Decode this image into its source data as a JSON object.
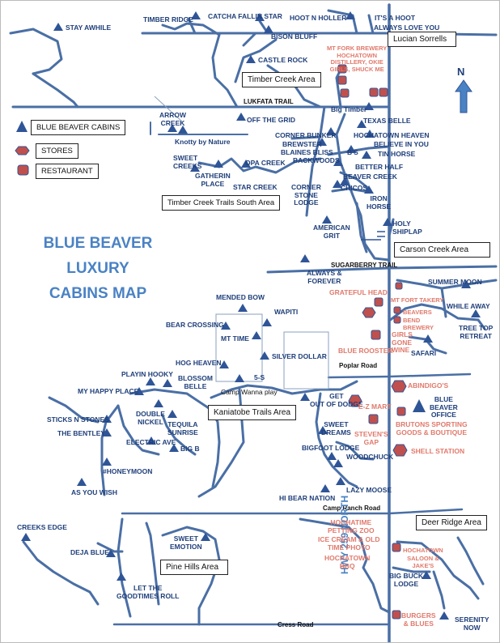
{
  "title": {
    "line1": "BLUE BEAVER",
    "line2": "LUXURY",
    "line3": "CABINS MAP"
  },
  "legend": {
    "cabins": "BLUE BEAVER CABINS",
    "stores": "STORES",
    "restaurant": "RESTAURANT"
  },
  "compass": {
    "label": "N"
  },
  "colors": {
    "road": "#4a6fa5",
    "cabin": "#2f5597",
    "store": "#c0504d",
    "store_text": "#e07a6c",
    "title": "#4a82c4"
  },
  "areas": {
    "lucian": "Lucian Sorrells",
    "timber_creek": "Timber Creek Area",
    "timber_south": "Timber Creek Trails South Area",
    "carson": "Carson Creek Area",
    "kaniatobe": "Kaniatobe Trails Area",
    "deer_ridge": "Deer Ridge Area",
    "pine_hills": "Pine Hills Area"
  },
  "roads": {
    "lukfata": "LUKFATA TRAIL",
    "sugarberry": "SUGARBERRY TRAIL",
    "poplar": "Poplar Road",
    "camp_ranch": "Camp Ranch Road",
    "cress": "Cress Road",
    "hwy": "HWY 259 NORTH"
  },
  "cabins": {
    "stay_awhile": "STAY AWHILE",
    "timber_ridge": "TIMBER RIDGE",
    "catcha": "CATCHA FALLIN STAR",
    "hoot_holler": "HOOT N HOLLER",
    "its_a_hoot": "IT'S A HOOT",
    "always_love": "ALWAYS LOVE YOU",
    "bison_bluff": "BISON BLUFF",
    "castle_rock": "CASTLE ROCK",
    "big_timber": "Big Timber",
    "texas_belle": "TEXAS BELLE",
    "arrow_creek": "ARROW\nCREEK",
    "off_grid": "OFF THE GRID",
    "knotty": "Knotty by Nature",
    "corner_bunker": "CORNER BUNKER",
    "hochatown_heaven": "HOCHATOWN HEAVEN",
    "brewster": "BREWSTER",
    "believe": "BELIEVE IN YOU",
    "blaines": "BLAINES BLISS",
    "bs": "B'S",
    "tin_horse": "TIN HORSE",
    "backwoods": "BACKWOODS",
    "better_half": "BETTER HALF",
    "sweet_creeks": "SWEET\nCREEKS",
    "gatherin": "GATHERIN\nPLACE",
    "opa": "OPA CREEK",
    "star_creek": "STAR CREEK",
    "beaver_creek": "BEAVER CREEK",
    "chicos": "CHICOS",
    "corner_stone": "CORNER\nSTONE\nLODGE",
    "iron_horse": "IRON\nHORSE",
    "american_grit": "AMERICAN\nGRIT",
    "holy_shiplap": "HOLY\nSHIPLAP",
    "always_forever": "ALWAYS &\nFOREVER",
    "summer_moon": "SUMMER MOON",
    "while_away": "WHILE AWAY",
    "tree_top": "TREE TOP\nRETREAT",
    "safari": "SAFARI",
    "mended_bow": "MENDED BOW",
    "wapiti": "WAPITI",
    "bear_crossing": "BEAR CROSSING",
    "mt_time": "MT TIME",
    "silver_dollar": "SILVER DOLLAR",
    "hog_heaven": "HOG HEAVEN",
    "five_s": "5-S",
    "camp_wanna": "Camp Wanna play",
    "playin_hooky": "PLAYIN HOOKY",
    "blossom": "BLOSSOM\nBELLE",
    "happy_place": "MY HAPPY PLACE",
    "get_out": "GET\nOUT OF DODGE",
    "blue_beaver_office": "BLUE\nBEAVER\nOFFICE",
    "sticks": "STICKS N STONES",
    "double_nickel": "DOUBLE\nNICKEL",
    "tequila": "TEQUILA\nSUNRISE",
    "bentley": "THE BENTLEY",
    "electric": "ELECTRIC AVE",
    "sweet_dreams": "SWEET\nDREAMS",
    "big_b": "BIG B",
    "honeymoon": "#HONEYMOON",
    "bigfoot": "BIGFOOT LODGE",
    "woodchuck": "WOODCHUCK",
    "as_you_wish": "AS YOU WISH",
    "lazy_moose": "LAZY MOOSE",
    "hi_bear": "HI BEAR NATION",
    "creeks_edge": "CREEKS EDGE",
    "sweet_emotion": "SWEET\nEMOTION",
    "deja_blue": "DEJA BLUE",
    "big_buck": "BIG BUCK\nLODGE",
    "let_good": "LET THE\nGOODTIMES ROLL",
    "serenity": "SERENITY\nNOW"
  },
  "stores": {
    "mt_fork": "MT FORK BREWERY\nHOCHATOWN\nDISTILLERY, OKIE\nGIRLS, SHUCK ME",
    "grateful": "GRATEFUL HEAD",
    "mt_fort_takery": "MT FORT TAKERY",
    "beavers_bend": "BEAVERS\nBEND\nBREWERY",
    "girls_gone": "GIRLS\nGONE\nWINE",
    "blue_rooster": "BLUE ROOSTER",
    "abindigos": "ABINDIGO'S",
    "ez_mart": "E-Z MART",
    "stevens": "STEVEN'S\nGAP",
    "brutons": "BRUTONS SPORTING\nGOODS & BOUTIQUE",
    "shell": "SHELL STATION",
    "petting_zoo": "HOCHATIME\nPETTING ZOO",
    "ice_cream": "ICE CREAM & OLD\nTIME PHOTO",
    "hochatown_bbq": "HOCHATOWN\nBBQ",
    "saloon": "HOCHATOWN\nSALOON &\nJAKE'S",
    "burgers": "BURGERS\n& BLUES"
  }
}
